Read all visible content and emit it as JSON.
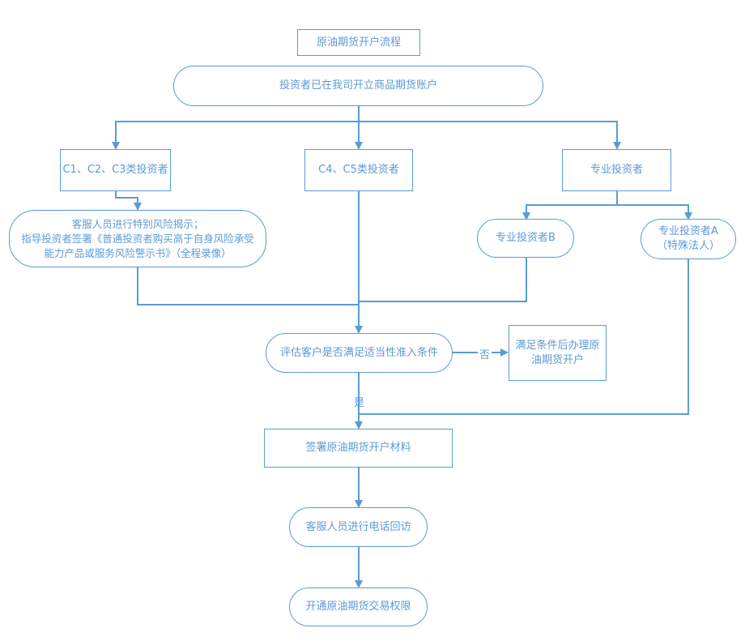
{
  "flowchart": {
    "title": "原油期货开户流程",
    "start": "投资者已在我司开立商品期货账户",
    "group_c1c3": "C1、C2、C3类投资者",
    "group_c4c5": "C4、C5类投资者",
    "group_pro": "专业投资者",
    "risk_disclosure": {
      "line1": "客服人员进行特别风险揭示；",
      "line2": "指导投资者签署《普通投资者购买高于自身风险承受",
      "line3": "能力产品或服务风险警示书》（全程录像）"
    },
    "pro_b": "专业投资者B",
    "pro_a": {
      "line1": "专业投资者A",
      "line2": "（特殊法人）"
    },
    "assess": "评估客户是否满足适当性准入条件",
    "no_label": "否",
    "no_result": {
      "line1": "满足条件后办理原",
      "line2": "油期货开户"
    },
    "yes_label": "是",
    "sign": "签署原油期货开户材料",
    "callback": "客服人员进行电话回访",
    "open": "开通原油期货交易权限"
  },
  "colors": {
    "stroke": "#5B9BD5",
    "text": "#5B9BD5",
    "background": "#ffffff"
  }
}
